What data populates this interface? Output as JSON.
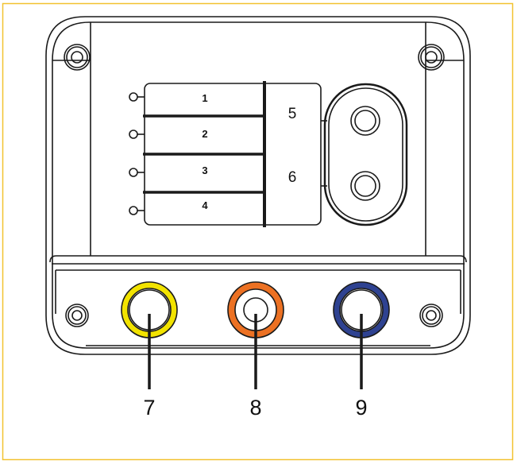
{
  "labels": {
    "key1": "1",
    "key2": "2",
    "key3": "3",
    "key4": "4",
    "key5": "5",
    "key6": "6",
    "port7": "7",
    "port8": "8",
    "port9": "9"
  },
  "colors": {
    "frame": "#f2c230",
    "port7_ring": "#f2e300",
    "port8_ring": "#ec7123",
    "port9_ring": "#2e4291",
    "line": "#1a1a1a"
  }
}
